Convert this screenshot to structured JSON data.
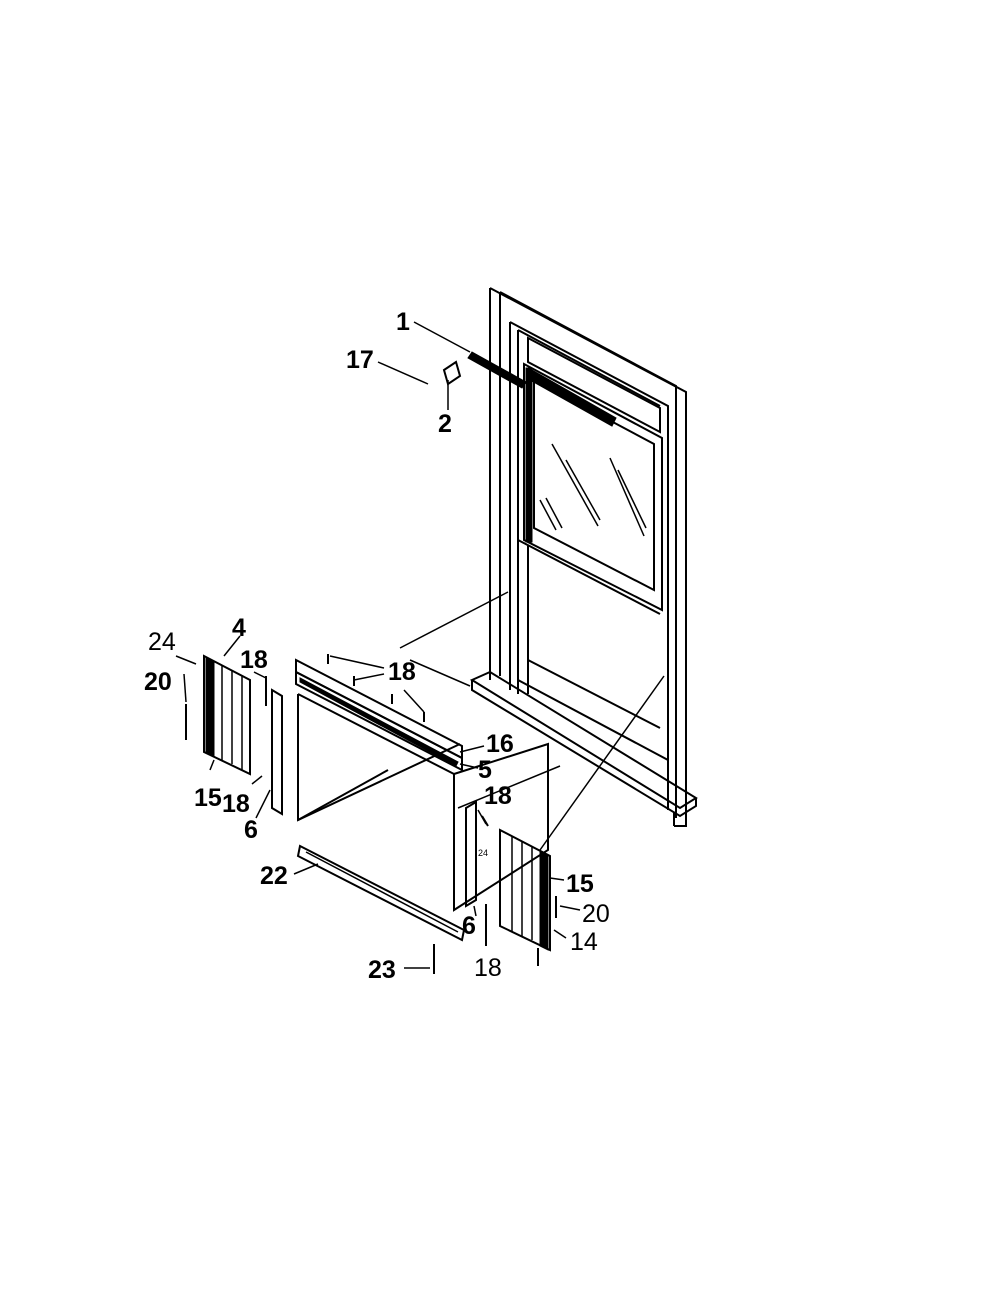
{
  "diagram": {
    "callouts": [
      {
        "id": "c1",
        "text": "1"
      },
      {
        "id": "c17",
        "text": "17"
      },
      {
        "id": "c2",
        "text": "2"
      },
      {
        "id": "c24a",
        "text": "24"
      },
      {
        "id": "c4",
        "text": "4"
      },
      {
        "id": "c18a",
        "text": "18"
      },
      {
        "id": "c20a",
        "text": "20"
      },
      {
        "id": "c18b",
        "text": "18"
      },
      {
        "id": "c16",
        "text": "16"
      },
      {
        "id": "c5",
        "text": "5"
      },
      {
        "id": "c15a",
        "text": "15"
      },
      {
        "id": "c18c",
        "text": "18"
      },
      {
        "id": "c6a",
        "text": "6"
      },
      {
        "id": "c18d",
        "text": "18"
      },
      {
        "id": "c22",
        "text": "22"
      },
      {
        "id": "c15b",
        "text": "15"
      },
      {
        "id": "c20b",
        "text": "20"
      },
      {
        "id": "c6b",
        "text": "6"
      },
      {
        "id": "c14",
        "text": "14"
      },
      {
        "id": "c23",
        "text": "23"
      },
      {
        "id": "c18e",
        "text": "18"
      },
      {
        "id": "c24b",
        "text": "24"
      }
    ]
  }
}
